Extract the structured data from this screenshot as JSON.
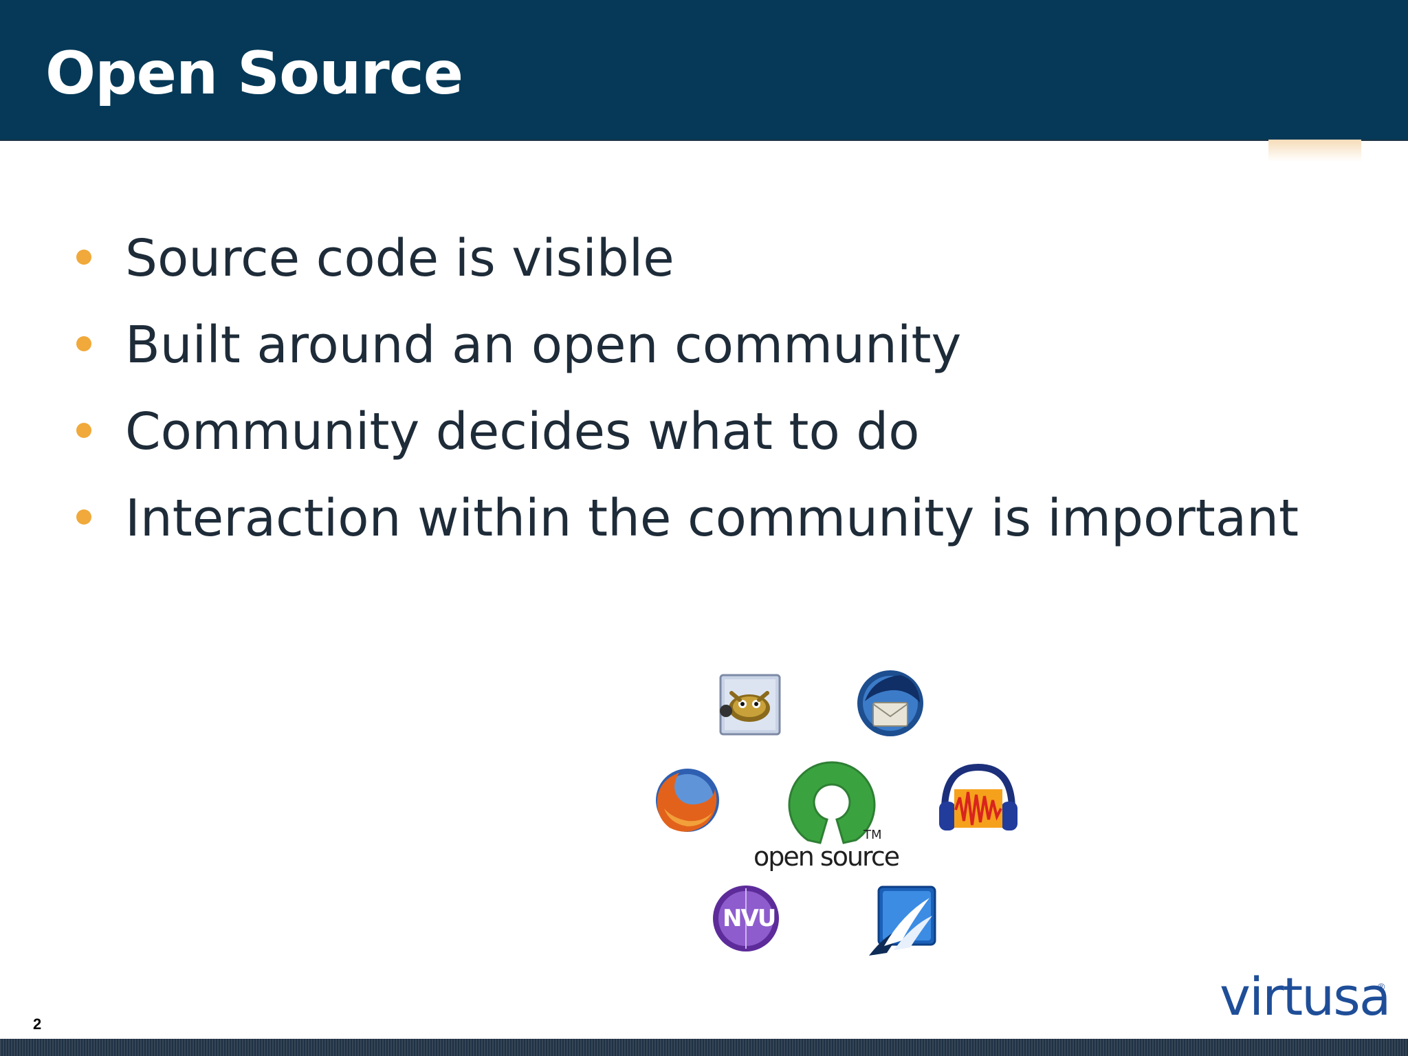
{
  "slide": {
    "title": "Open Source",
    "bullets": [
      "Source code is visible",
      "Built around an open community",
      "Community decides what to do",
      "Interaction within the community is important"
    ],
    "number": "2"
  },
  "logo": {
    "main_text": "open source",
    "trademark": "TM",
    "nvu_text": "NVU",
    "app_icons": [
      "gimp-icon",
      "thunderbird-icon",
      "firefox-icon",
      "audacity-icon",
      "nvu-icon",
      "openoffice-icon"
    ]
  },
  "brand": {
    "name": "virtusa",
    "registered": "®"
  },
  "colors": {
    "header": "#053957",
    "bullet": "#f0a93a",
    "text": "#1e2b38",
    "osi_green": "#3aa33f",
    "brand_blue": "#1f4e98",
    "footer": "#1f3144"
  }
}
